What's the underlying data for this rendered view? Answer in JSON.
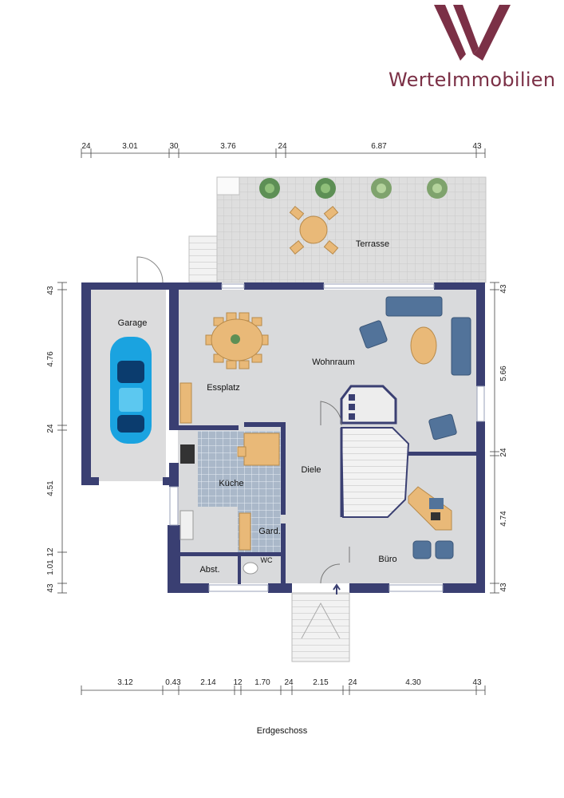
{
  "brand": {
    "name": "WerteImmobilien"
  },
  "floor_name": "Erdgeschoss",
  "rooms": {
    "terrasse": "Terrasse",
    "garage": "Garage",
    "wohnraum": "Wohnraum",
    "essplatz": "Essplatz",
    "kueche": "Küche",
    "diele": "Diele",
    "gard": "Gard.",
    "wc": "WC",
    "abst": "Abst.",
    "buero": "Büro"
  },
  "dimensions": {
    "top": [
      "24",
      "3.01",
      "30",
      "3.76",
      "24",
      "6.87",
      "43"
    ],
    "bottom": [
      "3.12",
      "0.43",
      "2.14",
      "12",
      "1.70",
      "24",
      "2.15",
      "24",
      "4.30",
      "43"
    ],
    "left": [
      "43",
      "4.76",
      "24",
      "4.51",
      "1.01",
      "12",
      "43"
    ],
    "right": [
      "43",
      "5.66",
      "24",
      "4.74",
      "43"
    ]
  },
  "colors": {
    "wall": "#3a3f72",
    "floor": "#d8d9dc",
    "terrace": "#dcdcdc",
    "tile": "#a9b7c8",
    "wood": "#e9b978",
    "sofa": "#52739a",
    "car": "#1aa3e0",
    "brand": "#7b3046"
  }
}
